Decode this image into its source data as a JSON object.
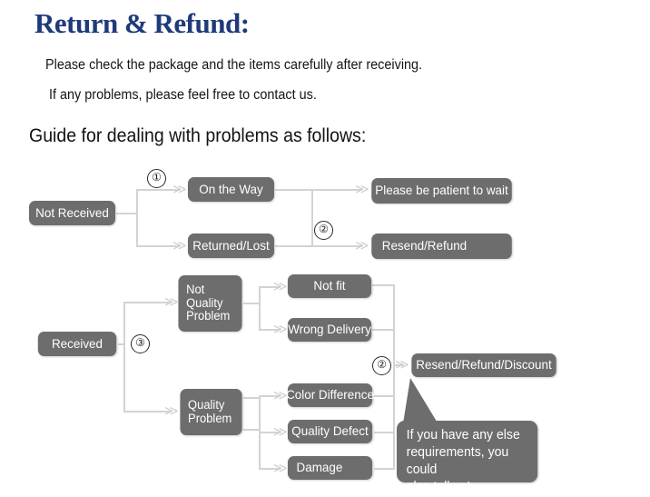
{
  "header": {
    "title": "Return & Refund:",
    "line1": "Please check the package and the items carefully after receiving.",
    "line2": "If any problems, please feel free to contact us.",
    "guide": "Guide for dealing with problems as follows:"
  },
  "colors": {
    "title": "#1f3a7a",
    "node_fill": "#6d6d6d",
    "node_text": "#ffffff",
    "connector": "#d3d3d3",
    "background": "#ffffff"
  },
  "flow": {
    "nodes": {
      "not_received": "Not Received",
      "on_the_way": "On the Way",
      "returned_lost": "Returned/Lost",
      "please_wait": "Please be patient to wait",
      "resend_refund": "Resend/Refund",
      "received": "Received",
      "not_quality_problem_l1": "Not",
      "not_quality_problem_l2": "Quality",
      "not_quality_problem_l3": "Problem",
      "not_fit": "Not fit",
      "wrong_delivery": "Wrong Delivery",
      "quality_problem_l1": "Quality",
      "quality_problem_l2": "Problem",
      "color_difference": "Color Difference",
      "quality_defect": "Quality Defect",
      "damage": "Damage",
      "resend_refund_discount": "Resend/Refund/Discount"
    },
    "markers": {
      "m1": "①",
      "m2a": "②",
      "m3": "③",
      "m2b": "②"
    },
    "arrow_glyph": "≫"
  },
  "callout": {
    "line1": "If you have any else",
    "line2": "requirements, you could",
    "line3": "also tell us!"
  }
}
